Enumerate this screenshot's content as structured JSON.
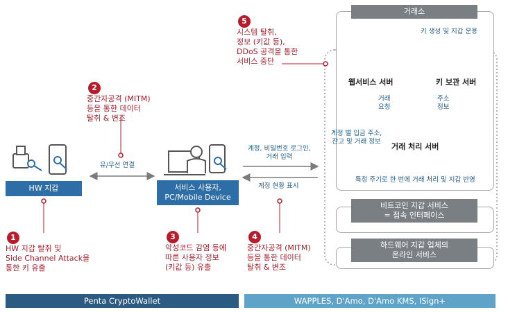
{
  "exchange": {
    "title": "거래소",
    "key_ops_note": "키 생성 및 지갑 운용",
    "web_server": "웹서비스 서버",
    "key_server": "키 보관 서버",
    "tx_server": "거래 처리 서버",
    "tx_request": "거래\n요청",
    "key_info": "주소\n정보",
    "account_info": "계정 별 입금 주소,\n잔고 및 거래 정보",
    "periodic_note": "특정 주기로 한 번에 거래 처리 및 지갑 반영",
    "bitcoin_service": "비트코인 지갑 서비스\n= 접속 인터페이스",
    "hw_online": "하드웨어 지갑 업체의\n온라인 서비스"
  },
  "nodes": {
    "hw_wallet": "HW 지갑",
    "user_device": "서비스 사용자,\nPC/Mobile Device"
  },
  "edges": {
    "wire_link": "유/무선 연결",
    "account_login": "계정, 비밀번호 로그인,\n거래 입력",
    "account_status": "계정 현황 표시"
  },
  "threats": [
    {
      "num": "1",
      "text": "HW 지갑 탈취 및\nSide Channel Attack을\n통한 키 유출"
    },
    {
      "num": "2",
      "text": "중간자공격 (MITM)\n등을 통한 데이터\n탈취 & 변조"
    },
    {
      "num": "3",
      "text": "악성코드 감염 등에\n따른 사용자 정보\n(키값 등) 유출"
    },
    {
      "num": "4",
      "text": "중간자공격 (MITM)\n등을 통한 데이터\n탈취 & 변조"
    },
    {
      "num": "5",
      "text": "시스템 탈취,\n정보 (키값 등),\nDDoS 공격을 통한\n서비스 중단"
    }
  ],
  "footer": {
    "left": "Penta CryptoWallet",
    "right": "WAPPLES, D'Amo, D'Amo KMS, ISign+"
  },
  "colors": {
    "accent_red": "#b81c2a",
    "box_blue": "#2e6ea6",
    "footer_dark": "#2b5b82",
    "footer_light": "#5fa4c8",
    "grey": "#7a7f84"
  }
}
